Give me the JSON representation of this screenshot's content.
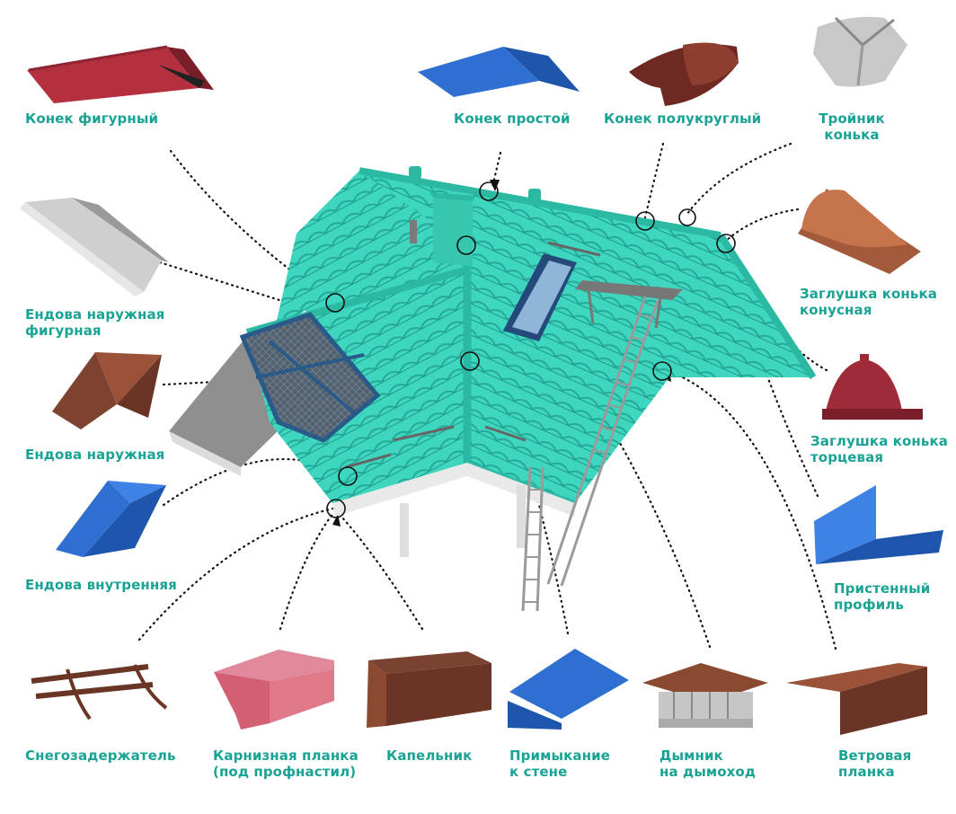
{
  "labels": {
    "konek_figurny": [
      "Конек фигурный"
    ],
    "konek_prostoy": [
      "Конек простой"
    ],
    "konek_polukrugly": [
      "Конек полукруглый"
    ],
    "troynik": [
      "Тройник",
      "конька"
    ],
    "endova_nar_fig": [
      "Ендова наружная",
      "фигурная"
    ],
    "endova_nar": [
      "Ендова наружная"
    ],
    "endova_vnutr": [
      "Ендова внутренняя"
    ],
    "zaglushka_kon": [
      "Заглушка конька",
      "конусная"
    ],
    "zaglushka_tor": [
      "Заглушка конька",
      "торцевая"
    ],
    "pristenny": [
      "Пристенный",
      "профиль"
    ],
    "snegozad": [
      "Снегозадержатель"
    ],
    "karniz": [
      "Карнизная планка",
      "(под профнастил)"
    ],
    "kapelnik": [
      "Капельник"
    ],
    "primykanie": [
      "Примыкание",
      "к стене"
    ],
    "dymnik": [
      "Дымник",
      "на дымоход"
    ],
    "vetrovaya": [
      "Ветровая",
      "планка"
    ]
  },
  "colors": {
    "label": "#1aa394",
    "roof": "#3fd6bf",
    "roof_dark": "#2bb9a3",
    "red": "#b5303f",
    "blue": "#2f6fd1",
    "brown": "#8a4a2f",
    "pink": "#d96a7c",
    "grey": "#c8c8c8"
  }
}
